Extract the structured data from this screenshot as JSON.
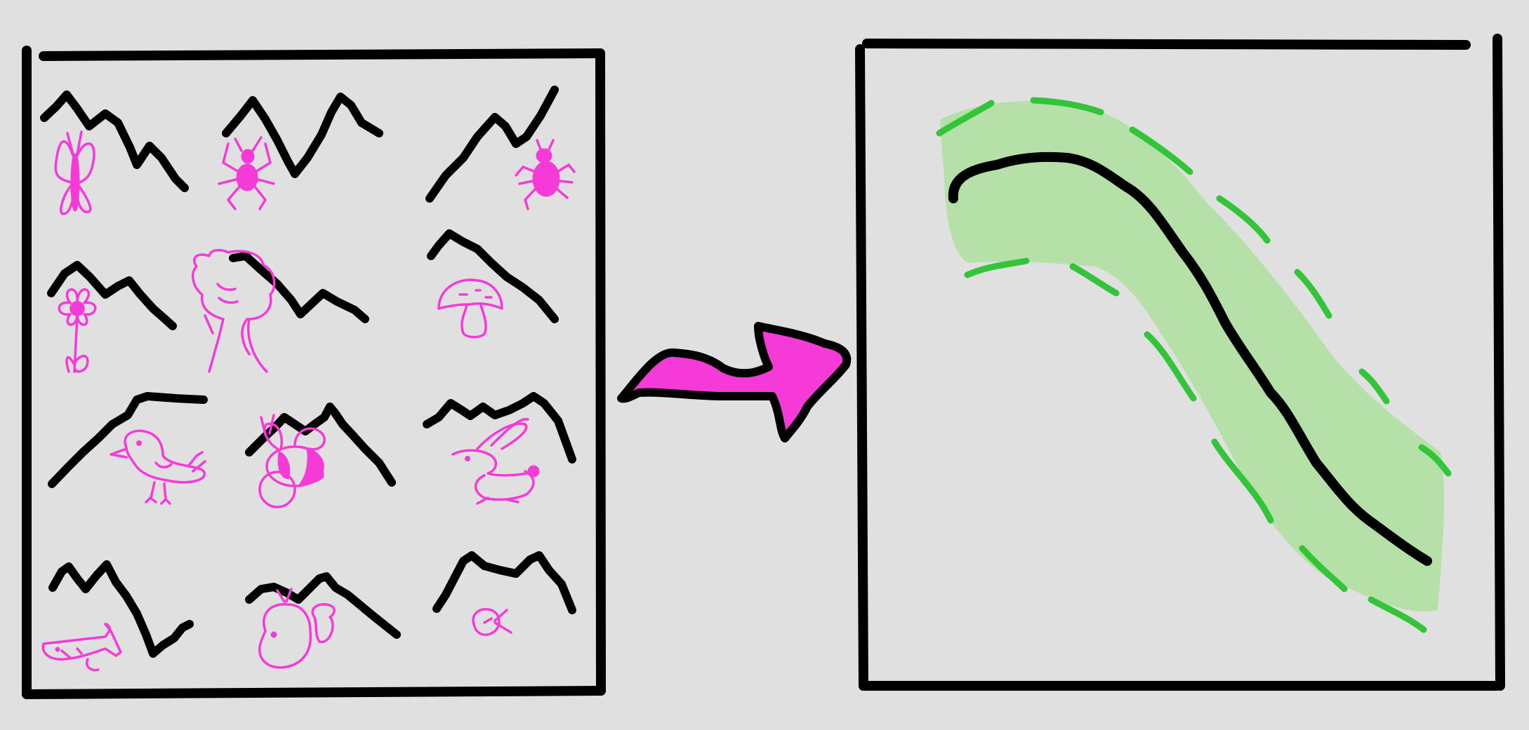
{
  "diagram": {
    "left_panel": {
      "cells": [
        {
          "creature": "butterfly",
          "icon": "butterfly-icon"
        },
        {
          "creature": "spider",
          "icon": "spider-icon"
        },
        {
          "creature": "beetle",
          "icon": "beetle-icon"
        },
        {
          "creature": "flower",
          "icon": "flower-icon"
        },
        {
          "creature": "tree",
          "icon": "tree-icon"
        },
        {
          "creature": "mushroom",
          "icon": "mushroom-icon"
        },
        {
          "creature": "bird",
          "icon": "bird-icon"
        },
        {
          "creature": "bee",
          "icon": "bee-icon"
        },
        {
          "creature": "rabbit",
          "icon": "rabbit-icon"
        },
        {
          "creature": "fish",
          "icon": "fish-icon"
        },
        {
          "creature": "whale",
          "icon": "whale-icon"
        },
        {
          "creature": "small-fish",
          "icon": "small-fish-icon"
        }
      ]
    },
    "arrow": {
      "icon": "arrow-right-icon"
    },
    "right_panel": {
      "icon": "corridor-path-icon"
    },
    "colors": {
      "background": "#e0e0e0",
      "ink": "#000000",
      "animals": "#f53ad8",
      "arrow": "#f53ad8",
      "corridor_fill": "#b5e0a8",
      "corridor_edge": "#33c43a"
    }
  }
}
